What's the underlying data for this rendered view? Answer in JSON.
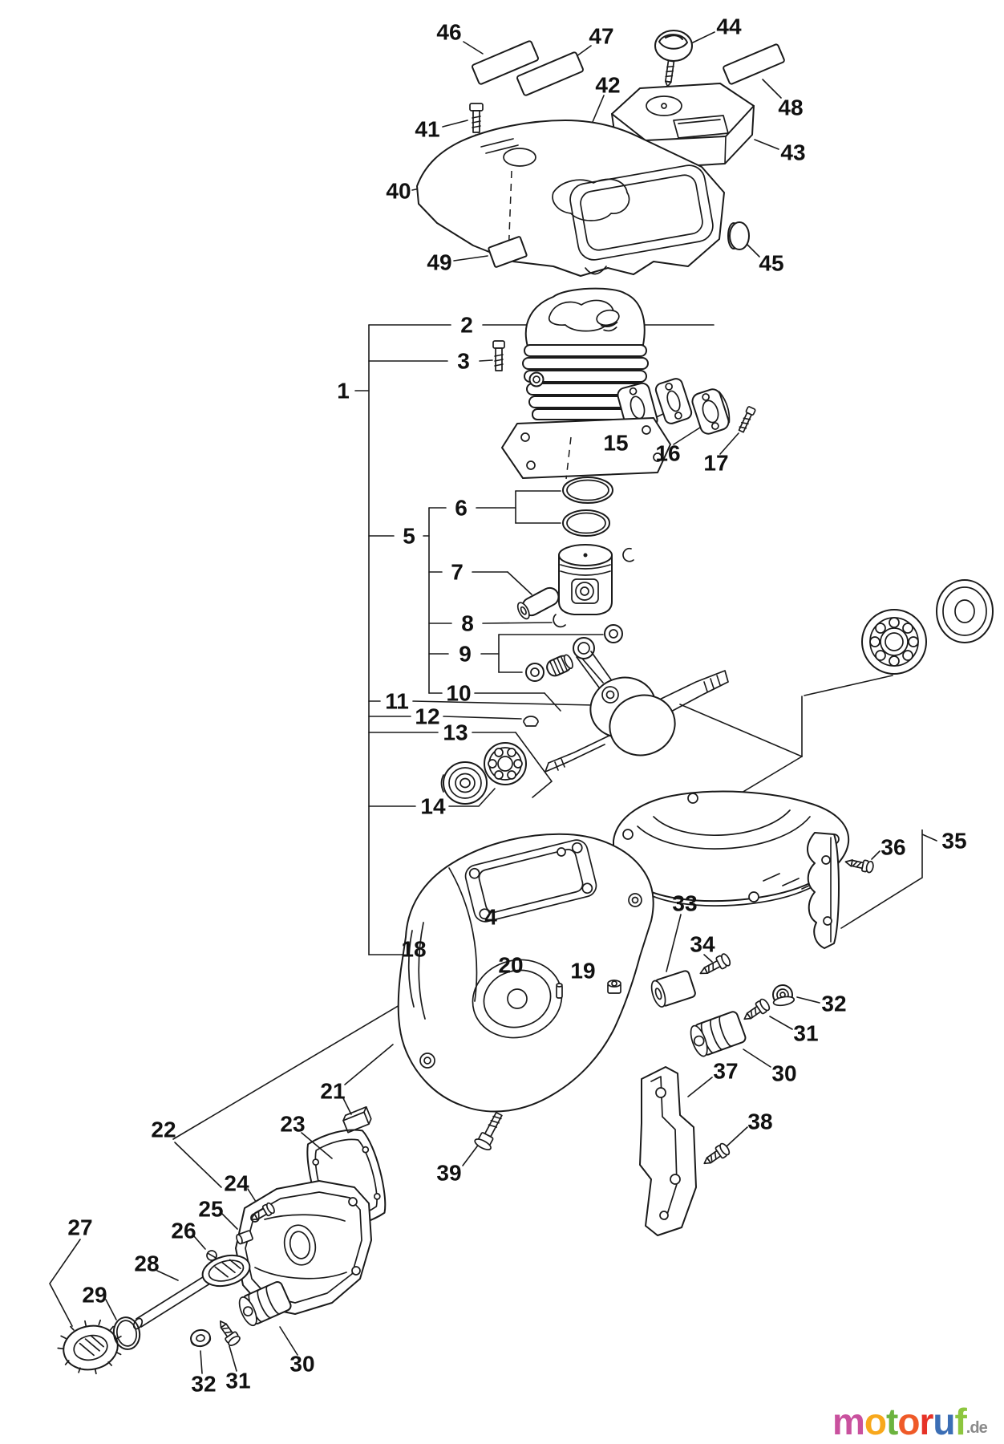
{
  "figure": {
    "type": "exploded-parts-diagram",
    "subject": "chainsaw engine crankcase, cylinder and covers"
  },
  "colors": {
    "ink": "#1a1a1a",
    "background": "#ffffff"
  },
  "callouts": {
    "c1": "1",
    "c2": "2",
    "c3": "3",
    "c4": "4",
    "c5": "5",
    "c6": "6",
    "c7": "7",
    "c8": "8",
    "c9": "9",
    "c10": "10",
    "c11": "11",
    "c12": "12",
    "c13": "13",
    "c14": "14",
    "c15": "15",
    "c16": "16",
    "c17": "17",
    "c18": "18",
    "c19": "19",
    "c20": "20",
    "c21": "21",
    "c22": "22",
    "c23": "23",
    "c24": "24",
    "c25": "25",
    "c26": "26",
    "c27": "27",
    "c28": "28",
    "c29": "29",
    "c30": "30",
    "c31": "31",
    "c32": "32",
    "c33": "33",
    "c34": "34",
    "c35": "35",
    "c36": "36",
    "c37": "37",
    "c38": "38",
    "c39": "39",
    "c40": "40",
    "c41": "41",
    "c42": "42",
    "c43": "43",
    "c44": "44",
    "c45": "45",
    "c46": "46",
    "c47": "47",
    "c48": "48",
    "c49": "49",
    "c30b": "30",
    "c31b": "31",
    "c32b": "32"
  },
  "watermark": {
    "letters": [
      "m",
      "o",
      "t",
      "o",
      "r",
      "u",
      "f"
    ],
    "colors": [
      "#c9519e",
      "#f8a81c",
      "#6cb33f",
      "#ef5a28",
      "#e63227",
      "#3b6eb5",
      "#8dc63f"
    ],
    "suffix": ".de",
    "suffix_color": "#8a8a8a"
  }
}
